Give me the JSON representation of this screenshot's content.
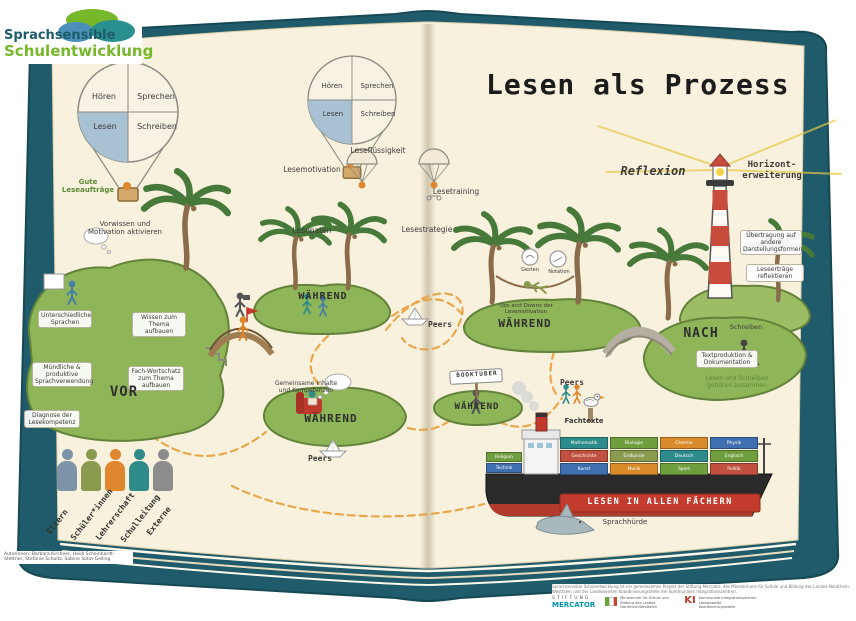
{
  "logo": {
    "line1": "Sprachsensible",
    "line2": "Schulentwicklung"
  },
  "title": "Lesen als Prozess",
  "quadrants": {
    "tl": "Hören",
    "tr": "Sprechen",
    "bl": "Lesen",
    "br": "Schreiben"
  },
  "left": {
    "gute": "Gute Leseaufträge",
    "vorwissen": "Vorwissen und Motivation aktivieren",
    "lesemotivation": "Lesemotivation",
    "lesepaten": "Lesepaten",
    "lesefluessigkeit": "Leseflüssigkeit",
    "lesetraining": "Lesetraining",
    "lesestrategie": "Lesestrategie",
    "waehrend_oben": "WÄHREND",
    "unterschiedliche": "Unterschiedliche Sprachen",
    "wissen": "Wissen zum Thema aufbauen",
    "muendlich": "Mündliche & produktive Sprachverwendung",
    "wortschatz": "Fach-Wortschatz zum Thema aufbauen",
    "vor": "VOR",
    "diagnose": "Diagnose der Lesekompetenz",
    "gemeinsam": "Gemeinsame Inhalte und Kompetenzen",
    "waehrend_unten": "WÄHREND",
    "peers_unten": "Peers",
    "peers_boot": "Peers"
  },
  "groups": [
    "Eltern",
    "Schüler*innen",
    "Lehrerschaft",
    "Schulleitung",
    "Externe"
  ],
  "right": {
    "reflexion": "Reflexion",
    "horizont": "Horizont-erweiterung",
    "gesten": "Gesten",
    "notation": "Notation",
    "ups": "Ups and Downs der Lesemotivation",
    "waehrend_insel": "WÄHREND",
    "booktuber": "BOOKTUBER",
    "waehrend_klein": "WÄHREND",
    "nach": "NACH",
    "schreiben": "Schreiben",
    "textproduktion": "Textproduktion & Dokumentation",
    "lesen_schreiben": "Lesen und Schreiben gehören zusammen",
    "uebertragung": "Übertragung auf andere Darstellungsformen",
    "leseertraege": "Leseerträge reflektieren",
    "peers": "Peers",
    "fachtexte": "Fachtexte",
    "sprachhuerde": "Sprachhürde"
  },
  "ship": {
    "banner": "LESEN IN ALLEN FÄCHERN",
    "containers": [
      "Mathematik",
      "Biologie",
      "Chemie",
      "Physik",
      "Geschichte",
      "Erdkunde",
      "Deutsch",
      "Englisch",
      "Kunst",
      "Musik",
      "Sport",
      "Politik",
      "Religion",
      "Technik"
    ]
  },
  "credits": "Autorinnen: Barbara Kirchner, Heidi Scheinhardt-Stettner, Stefanie Schultz, Sabine Satin-Gelling",
  "footer": {
    "note": "Sprachsensible Schulentwicklung ist ein gemeinsames Projekt der Stiftung Mercator, des Ministeriums für Schule und Bildung des Landes Nordrhein-Westfalen und der Landesweiten Koordinierungsstelle der Kommunalen Integrationszentren.",
    "mercator1": "STIFTUNG",
    "mercator2": "MERCATOR",
    "ministerium": "Ministerium für Schule und Bildung des Landes Nordrhein-Westfalen",
    "ki_mark": "KI",
    "ki_text": "Kommunale Integrationszentren Landesweite Koordinierungsstelle"
  },
  "colors": {
    "cover": "#1f5b6a",
    "page": "#f7f1dd",
    "island": "#8eb558",
    "accent_orange": "#e79f3e",
    "accent_red": "#c23b2c",
    "logo_green": "#76b82a",
    "logo_teal": "#2a8f8f"
  }
}
